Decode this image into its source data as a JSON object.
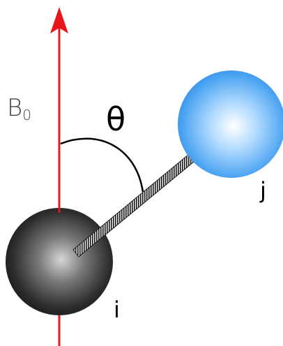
{
  "labels": {
    "field": "B",
    "field_subscript": "0",
    "angle": "θ",
    "atom_i": "i",
    "atom_j": "j"
  },
  "colors": {
    "field_arrow": "#e8161b",
    "arc": "#000000",
    "atom_i": "#3a3a3a",
    "atom_j": "#3d9cf0",
    "bond": "#222222"
  }
}
